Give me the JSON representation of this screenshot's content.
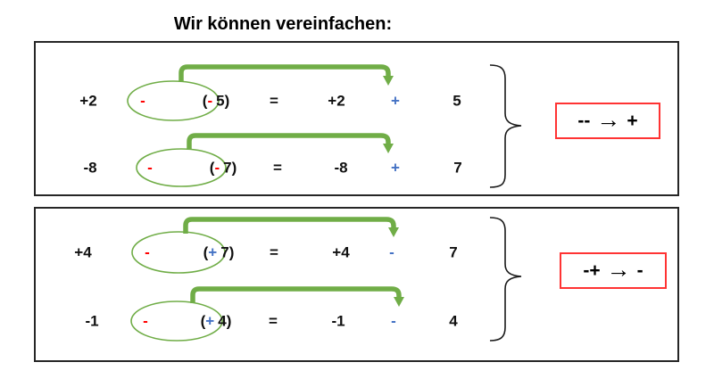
{
  "title": "Wir können vereinfachen:",
  "colors": {
    "green": "#70AD47",
    "red": "#FF0000",
    "blue": "#4472C4",
    "rule_border": "#FF3333",
    "text": "#111111"
  },
  "sections": [
    {
      "name": "minus-minus",
      "rule": {
        "lhs": "--",
        "arrow": "→",
        "rhs": "+"
      },
      "rows": [
        {
          "lhs": "+2",
          "operator": "-",
          "paren_open": "(",
          "paren_sign": "-",
          "paren_num": "5)",
          "equals": "=",
          "result_lhs": "+2",
          "result_sign": "+",
          "result_num": "5"
        },
        {
          "lhs": "-8",
          "operator": "-",
          "paren_open": "(",
          "paren_sign": "-",
          "paren_num": "7)",
          "equals": "=",
          "result_lhs": "-8",
          "result_sign": "+",
          "result_num": "7"
        }
      ]
    },
    {
      "name": "minus-plus",
      "rule": {
        "lhs": "-+",
        "arrow": "→",
        "rhs": "-"
      },
      "rows": [
        {
          "lhs": "+4",
          "operator": "-",
          "paren_open": "(",
          "paren_sign": "+",
          "paren_num": "7)",
          "equals": "=",
          "result_lhs": "+4",
          "result_sign": "-",
          "result_num": "7"
        },
        {
          "lhs": "-1",
          "operator": "-",
          "paren_open": "(",
          "paren_sign": "+",
          "paren_num": "4)",
          "equals": "=",
          "result_lhs": "-1",
          "result_sign": "-",
          "result_num": "4"
        }
      ]
    }
  ]
}
